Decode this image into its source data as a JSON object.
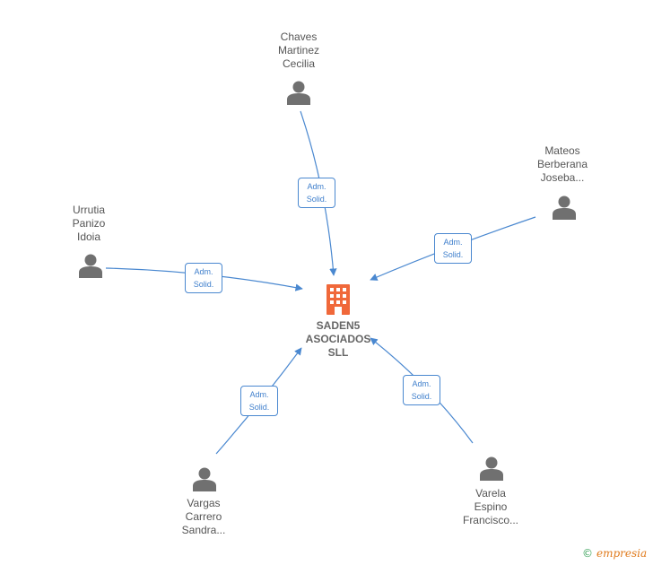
{
  "company": {
    "lines": [
      "SADEN5",
      "ASOCIADOS",
      "SLL"
    ],
    "color": "#f0683a"
  },
  "people": [
    {
      "id": "chaves",
      "lines": [
        "Chaves",
        "Martinez",
        "Cecilia"
      ]
    },
    {
      "id": "mateos",
      "lines": [
        "Mateos",
        "Berberana",
        "Joseba..."
      ]
    },
    {
      "id": "urrutia",
      "lines": [
        "Urrutia",
        "Panizo",
        "Idoia"
      ]
    },
    {
      "id": "vargas",
      "lines": [
        "Vargas",
        "Carrero",
        "Sandra..."
      ]
    },
    {
      "id": "varela",
      "lines": [
        "Varela",
        "Espino",
        "Francisco..."
      ]
    }
  ],
  "edges": [
    {
      "from": "chaves",
      "lines": [
        "Adm.",
        "Solid."
      ]
    },
    {
      "from": "mateos",
      "lines": [
        "Adm.",
        "Solid."
      ]
    },
    {
      "from": "urrutia",
      "lines": [
        "Adm.",
        "Solid."
      ]
    },
    {
      "from": "vargas",
      "lines": [
        "Adm.",
        "Solid."
      ]
    },
    {
      "from": "varela",
      "lines": [
        "Adm.",
        "Solid."
      ]
    }
  ],
  "colors": {
    "edge": "#4a88d0",
    "person_icon": "#707070"
  },
  "footer": {
    "copyright": "©",
    "brand": "empresia"
  }
}
